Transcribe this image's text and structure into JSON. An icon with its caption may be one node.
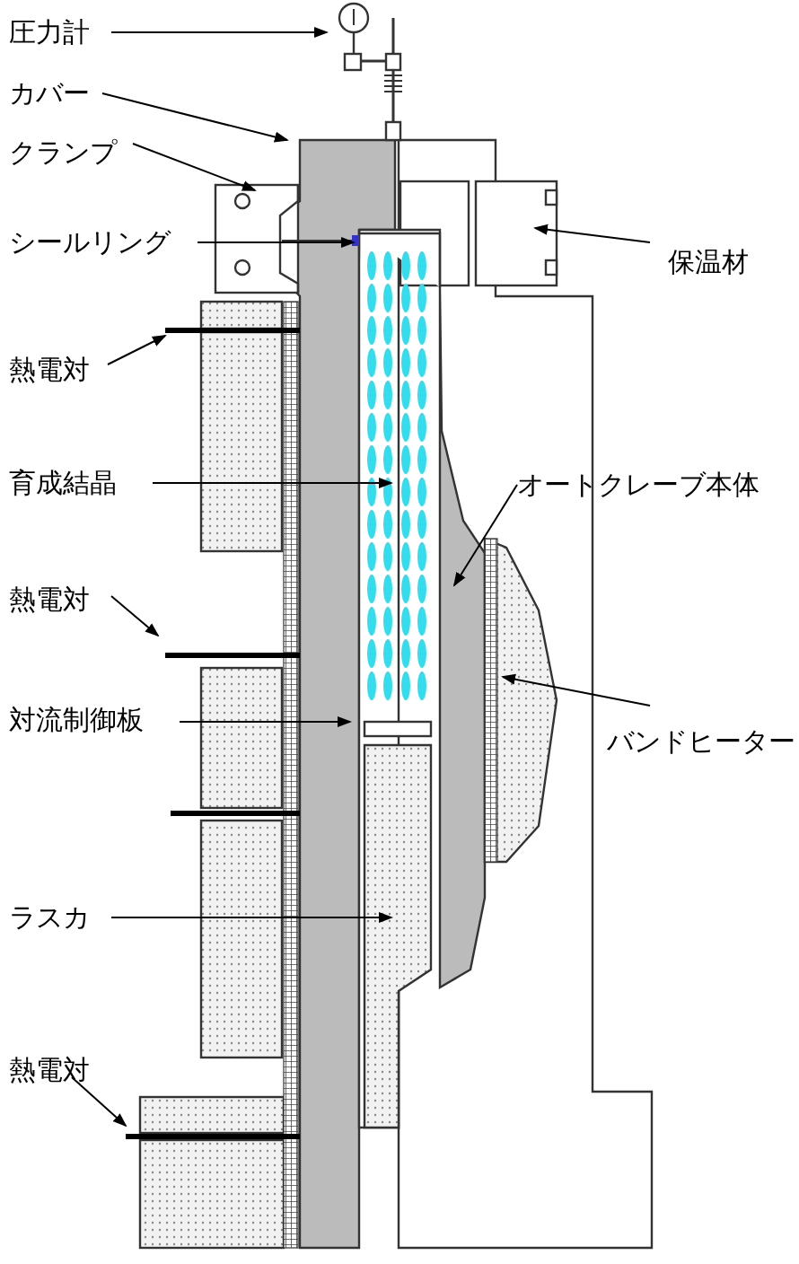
{
  "diagram": {
    "nodes": [
      {
        "text": [
          "圧力計"
        ]
      },
      {
        "text": [
          "カバー"
        ]
      },
      {
        "text": [
          "クランプ"
        ]
      },
      {
        "text": [
          "シールリング"
        ]
      },
      {
        "text": [
          "保温材"
        ]
      },
      {
        "text": [
          "熱電対"
        ]
      },
      {
        "text": [
          "育成結晶"
        ]
      },
      {
        "text": [
          "オートクレーブ本体"
        ]
      },
      {
        "text": [
          "熱電対"
        ]
      },
      {
        "text": [
          "対流制御板"
        ]
      },
      {
        "text": [
          "バンドヒーター"
        ]
      },
      {
        "text": [
          "ラスカ"
        ]
      },
      {
        "text": [
          "熱電対"
        ]
      }
    ],
    "edges": [
      {
        "from": 0,
        "to": null,
        "arrow": "to"
      },
      {
        "from": 1,
        "to": null,
        "arrow": "to"
      },
      {
        "from": 2,
        "to": null,
        "arrow": "to"
      },
      {
        "from": 3,
        "to": null,
        "arrow": "to"
      },
      {
        "from": 4,
        "to": null,
        "arrow": "to"
      },
      {
        "from": 5,
        "to": null,
        "arrow": "to"
      },
      {
        "from": 6,
        "to": null,
        "arrow": "to"
      },
      {
        "from": 7,
        "to": null,
        "arrow": "to"
      },
      {
        "from": 8,
        "to": null,
        "arrow": "to"
      },
      {
        "from": 9,
        "to": null,
        "arrow": "to"
      },
      {
        "from": 10,
        "to": null,
        "arrow": "to"
      },
      {
        "from": 11,
        "to": null,
        "arrow": "to"
      },
      {
        "from": 12,
        "to": null,
        "arrow": "to"
      }
    ]
  }
}
